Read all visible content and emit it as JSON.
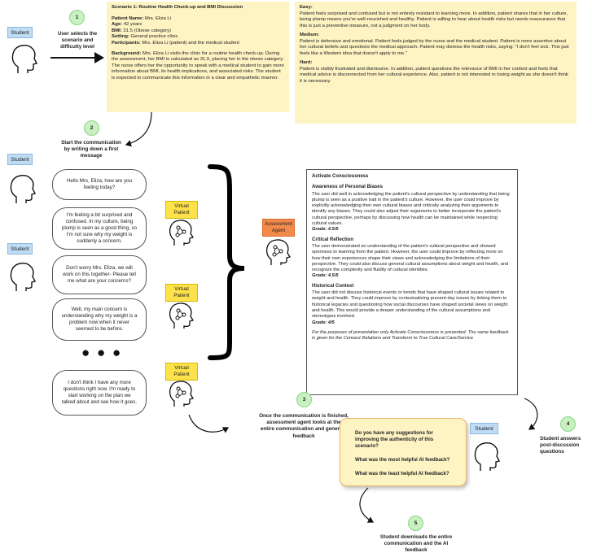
{
  "labels": {
    "student": "Student",
    "virtual_patient": "Virtual Patient",
    "assessment_agent": "Assessment Agent"
  },
  "steps": [
    {
      "num": "1",
      "text": "User selects the scenario and difficulty level"
    },
    {
      "num": "2",
      "text": "Start the communication by writing down a first message"
    },
    {
      "num": "3",
      "text": "Once the communication is finished, assessment agent looks at the entire communication and generate feedback"
    },
    {
      "num": "4",
      "text": "Student answers post-discussion questions"
    },
    {
      "num": "5",
      "text": "Student downloads the entire communication and the AI feedback"
    }
  ],
  "scenario": {
    "title": "Scenario 1: Routine Health Check-up and BMI Discussion",
    "fields": [
      {
        "key": "Patient Name:",
        "value": " Mrs. Eliza Li"
      },
      {
        "key": "Age:",
        "value": " 42 years"
      },
      {
        "key": "BMI:",
        "value": " 31.5 (Obese category)"
      },
      {
        "key": "Setting:",
        "value": " General practice clinic"
      },
      {
        "key": "Participants:",
        "value": " Mrs. Eliza Li (patient) and the medical student"
      }
    ],
    "background_key": "Background:",
    "background_value": " Mrs. Eliza Li visits the clinic for a routine health check-up. During the assessment, her BMI is calculated as 31.5, placing her in the obese category. The nurse offers her the opportunity to speak with a medical student to gain more information about BMI, its health implications, and associated risks. The student is expected to communicate this information in a clear and empathetic manner."
  },
  "difficulty": [
    {
      "level": "Easy:",
      "text": "Patient feels surprised and confused but is not entirely resistant to learning more. In addition, patient shares that in her culture, being plump means you're well-nourished and healthy. Patient is willing to hear about health risks but needs reassurance that this is just a preventive measure, not a judgment on her body."
    },
    {
      "level": "Medium:",
      "text": "Patient is defensive and emotional. Patient feels judged by the nurse and the medical student. Patient is more assertive about her cultural beliefs and questions the medical approach. Patient may dismiss the health risks, saying: \"I don't feel sick. This just feels like a Western idea that doesn't apply to me.\""
    },
    {
      "level": "Hard:",
      "text": "Patient is visibly frustrated and dismissive. In addition, patient questions the relevance of BMI in her context and feels that medical advice is disconnected from her cultural experience. Also, patient is not interested in losing weight as she doesn't think it is necessary."
    }
  ],
  "conversation": [
    "Hello Mrs, Eliza, how are you feeling today?",
    "I'm feeling a bit surprised and confused. In my culture, being plump is seen as a good thing, so I'm not sure why my weight is suddenly a concern.",
    "Don't worry Mrs. Eliza, we will work on this together- Please tell me what are your concerns?",
    "Well, my main concern is understanding why my weight is a problem now when it never seemed to be before.",
    "I don't think I have any more questions right now. I'm ready to start working on the plan we talked about and see how it goes."
  ],
  "ellipsis": "● ● ●",
  "feedback": {
    "title": "Activate Consciousness",
    "sections": [
      {
        "heading": "Awareness of Personal Biases",
        "body": "The user did well in acknowledging the patient's cultural perspective by understanding that being plump is seen as a positive trait in the patient's culture. However, the user could improve by explicitly acknowledging their own cultural biases and critically analyzing their arguments to identify any biases. They could also adjust their arguments to better incorporate the patient's cultural perspective, perhaps by discussing how health can be maintained while respecting cultural values.",
        "grade": "Grade: 4.5/5"
      },
      {
        "heading": "Critical Reflection",
        "body": "The user demonstrated an understanding of the patient's cultural perspective and showed openness to learning from the patient. However, the user could improve by reflecting more on how their own experiences shape their views and acknowledging the limitations of their perspective. They could also discuss general cultural assumptions about weight and health, and recognize the complexity and fluidity of cultural identities.",
        "grade": "Grade: 4.5/5"
      },
      {
        "heading": "Historical Context",
        "body": "The user did not discuss historical events or trends that have shaped cultural issues related to weight and health. They could improve by contextualizing present-day issues by linking them to historical legacies and questioning how social discourses have shaped societal views on weight and health. This would provide a deeper understanding of the cultural assumptions and stereotypes involved.",
        "grade": "Grade: 4/5"
      }
    ],
    "footnote": "For the purposes of presentation only Activate Consciousness is presented. The same feedback is given for the Connect Relations and Transform to True Cultural Care/Service"
  },
  "questions": [
    "Do you have any suggestions for improving the authenticity of this scenario?",
    "What was the most helpful AI feedback?",
    "What was the least helpful AI feedback?"
  ]
}
